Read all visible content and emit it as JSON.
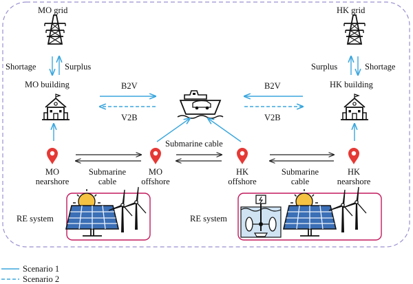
{
  "grids": {
    "mo": {
      "label": "MO grid"
    },
    "hk": {
      "label": "HK grid"
    }
  },
  "buildings": {
    "mo": {
      "label": "MO building",
      "shortage": "Shortage",
      "surplus": "Surplus"
    },
    "hk": {
      "label": "HK building",
      "shortage": "Shortage",
      "surplus": "Surplus"
    }
  },
  "ship_links": {
    "left": {
      "top": "B2V",
      "bottom": "V2B"
    },
    "right": {
      "top": "B2V",
      "bottom": "V2B"
    },
    "center": "Submarine cable"
  },
  "nodes": {
    "mo_nearshore": {
      "line1": "MO",
      "line2": "nearshore"
    },
    "mo_offshore": {
      "line1": "MO",
      "line2": "offshore"
    },
    "hk_offshore": {
      "line1": "HK",
      "line2": "offshore"
    },
    "hk_nearshore": {
      "line1": "HK",
      "line2": "nearshore"
    }
  },
  "cables": {
    "left": {
      "line1": "Submarine",
      "line2": "cable"
    },
    "right": {
      "line1": "Submarine",
      "line2": "cable"
    }
  },
  "re_systems": {
    "left": "RE system",
    "right": "RE system"
  },
  "legend": [
    {
      "label": "Scenario 1",
      "style": "solid"
    },
    {
      "label": "Scenario 2",
      "style": "dashed"
    }
  ],
  "colors": {
    "arrow_blue": "#3aa6dd",
    "border_lavender": "#9b8fd0",
    "box_magenta": "#c2185b",
    "pin_red": "#e53935",
    "water_blue": "#cfe3f3"
  }
}
